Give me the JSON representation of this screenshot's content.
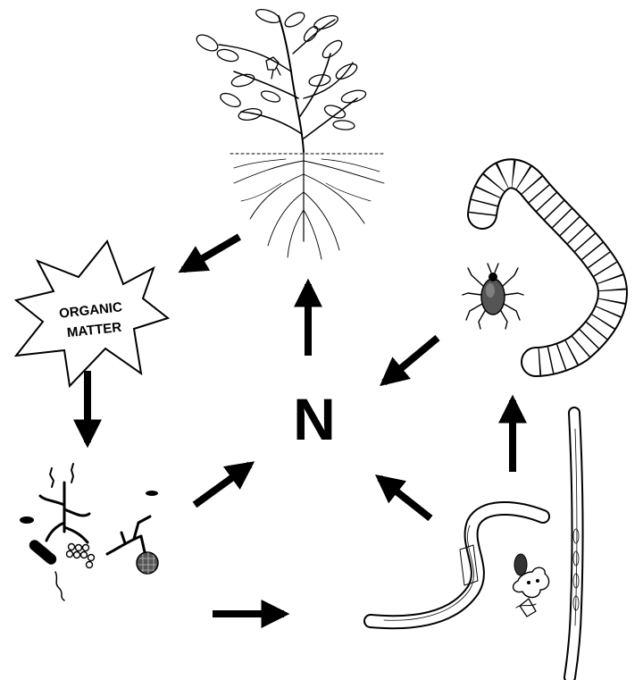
{
  "center_label": "N",
  "organic_matter": {
    "line1": "ORGANIC",
    "line2": "MATTER"
  },
  "icons": {
    "plant": "tomato-plant-icon",
    "organic_matter": "starburst-icon",
    "microbes": "bacteria-fungi-icon",
    "nematodes": "nematode-icon",
    "larger_fauna": "earthworm-mite-icon"
  },
  "colors": {
    "ink": "#000000",
    "background": "#ffffff"
  }
}
